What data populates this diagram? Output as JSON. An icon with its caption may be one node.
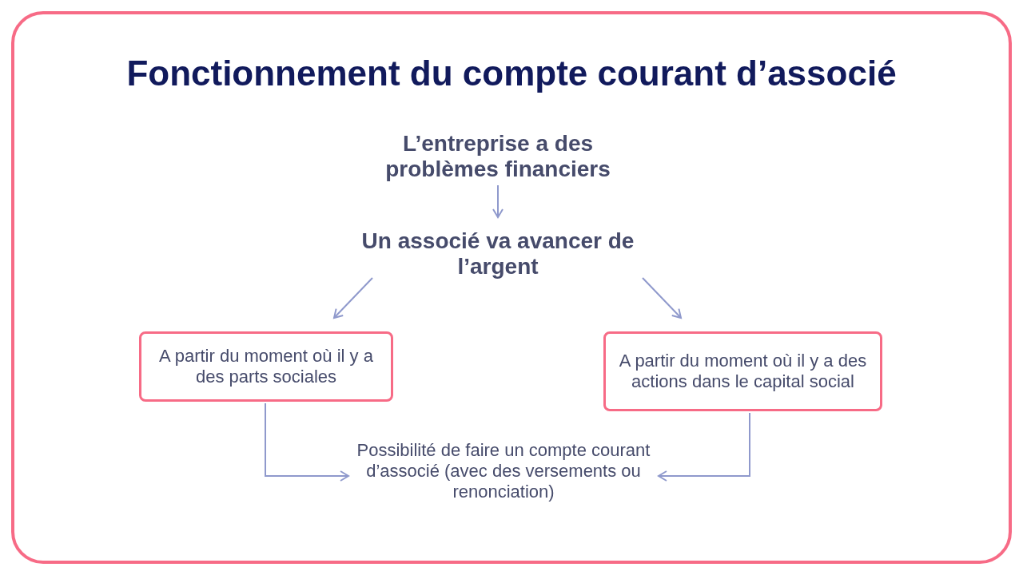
{
  "diagram": {
    "title": "Fonctionnement du compte courant d’associé",
    "nodes": [
      {
        "text": [
          "L’entreprise a des problèmes financiers"
        ]
      },
      {
        "text": [
          "Un associé va avancer de l’argent"
        ]
      },
      {
        "text": [
          "A partir du moment où il y a des parts sociales"
        ]
      },
      {
        "text": [
          "A partir du moment où il y a des actions dans le capital social"
        ]
      },
      {
        "text": [
          "Possibilité de faire un compte courant d’associé (avec des versements ou renonciation)"
        ]
      }
    ],
    "edges": [
      {
        "from": 0,
        "to": 1,
        "arrow": "to"
      },
      {
        "from": 1,
        "to": 2,
        "arrow": "to"
      },
      {
        "from": 1,
        "to": 3,
        "arrow": "to"
      },
      {
        "from": 2,
        "to": 4,
        "arrow": "to"
      },
      {
        "from": 3,
        "to": 4,
        "arrow": "to"
      }
    ]
  }
}
